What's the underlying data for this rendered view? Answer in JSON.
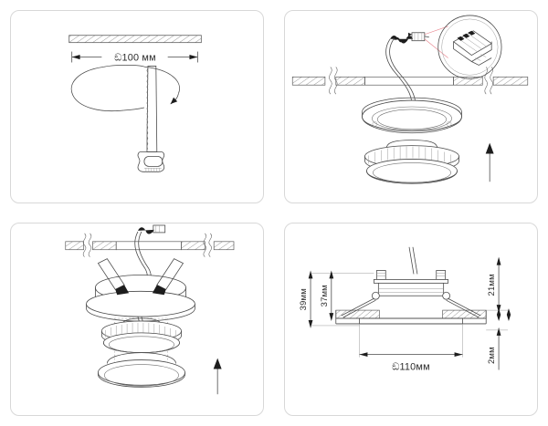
{
  "document": {
    "type": "installation-instruction-diagram",
    "product": "recessed-ceiling-downlight",
    "panel_count": 4
  },
  "panels": [
    {
      "id": "panel-1",
      "step": 1,
      "title": "Cut ceiling opening",
      "labels": {
        "hole_diameter": "ඞ100 мм"
      },
      "elements": [
        "ceiling-hatch",
        "cut-circle-ellipse",
        "rotation-arrow",
        "hand-saw"
      ]
    },
    {
      "id": "panel-2",
      "step": 2,
      "title": "Connect wiring and insert module",
      "labels": {},
      "elements": [
        "ceiling-section",
        "break-line-symbol",
        "power-cable",
        "terminal-block",
        "magnifier-callout",
        "trim-ring",
        "light-module",
        "up-arrow"
      ]
    },
    {
      "id": "panel-3",
      "step": 3,
      "title": "Fit spring clips and push module up",
      "labels": {},
      "elements": [
        "ceiling-section",
        "break-line-symbol",
        "power-cable",
        "mounting-frame",
        "spring-clip-arrow-left",
        "spring-clip-arrow-right",
        "light-module",
        "up-arrow"
      ]
    },
    {
      "id": "panel-4",
      "step": 4,
      "title": "Dimensions cross-section",
      "labels": {
        "overall_height": "39мм",
        "body_height": "37мм",
        "upper_height": "21мм",
        "flange_thickness": "2мм",
        "outer_diameter": "ඞ110мм"
      },
      "elements": [
        "cross-section",
        "cable",
        "spring-clips",
        "dimension-lines"
      ]
    }
  ],
  "colors": {
    "panel_border": "#d8d8d8",
    "line": "#4a4a4a",
    "line_light": "#9a9a9a",
    "callout_leader": "#e8808a",
    "text": "#2b2b2b",
    "background": "#ffffff"
  }
}
